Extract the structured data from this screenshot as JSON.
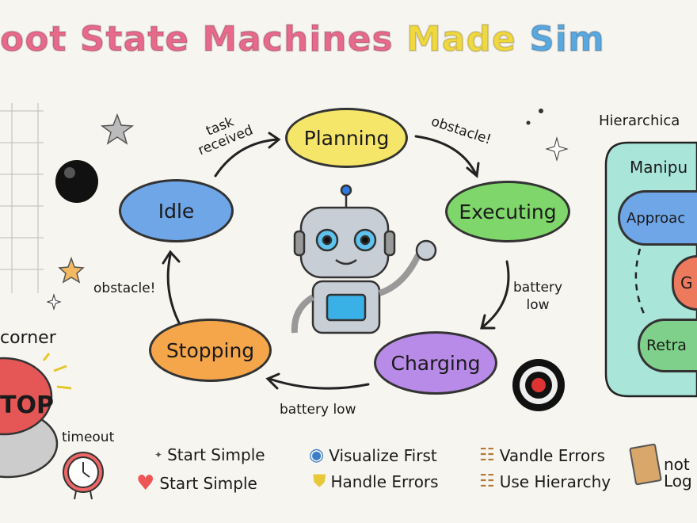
{
  "title": {
    "part1": "oot State Machines",
    "part2": "Made",
    "part3": "Sim",
    "colors": {
      "part1": "#e86a8a",
      "part2": "#f0d840",
      "part3": "#5aa8e0"
    }
  },
  "states": {
    "idle": {
      "label": "Idle",
      "color": "#6ea6e8"
    },
    "planning": {
      "label": "Planning",
      "color": "#f5e66a"
    },
    "executing": {
      "label": "Executing",
      "color": "#7fd66a"
    },
    "charging": {
      "label": "Charging",
      "color": "#b98be8"
    },
    "stopping": {
      "label": "Stopping",
      "color": "#f5a64a"
    }
  },
  "transitions": {
    "idle_to_planning": "task\nreceived",
    "planning_to_executing": "obstacle!",
    "executing_to_charging": "battery\nlow",
    "charging_to_stopping": "battery low",
    "stopping_to_idle": "obstacle!"
  },
  "hierarchical": {
    "heading": "Hierarchica",
    "group": "Manipu",
    "states": [
      {
        "label": "Approac",
        "color": "#6ea6e8"
      },
      {
        "label": "G",
        "color": "#ee7a5e"
      },
      {
        "label": "Retra",
        "color": "#7fd08a"
      }
    ]
  },
  "left_side": {
    "corner_label": "corner",
    "stop_button": "TOP",
    "timeout_label": "timeout"
  },
  "legend": [
    {
      "icon": "sparkle-icon",
      "label": "Start Simple"
    },
    {
      "icon": "heart-icon",
      "label": "Start Simple"
    },
    {
      "icon": "eye-icon",
      "label": "Visualize First"
    },
    {
      "icon": "shield-icon",
      "label": "Handle Errors"
    },
    {
      "icon": "ladder-icon",
      "label": "Vandle Errors"
    },
    {
      "icon": "ladder-icon",
      "label": "Use Hierarchy"
    },
    {
      "icon": "notebook-icon",
      "label": "not"
    },
    {
      "icon": "notebook-icon",
      "label": "Log"
    }
  ]
}
